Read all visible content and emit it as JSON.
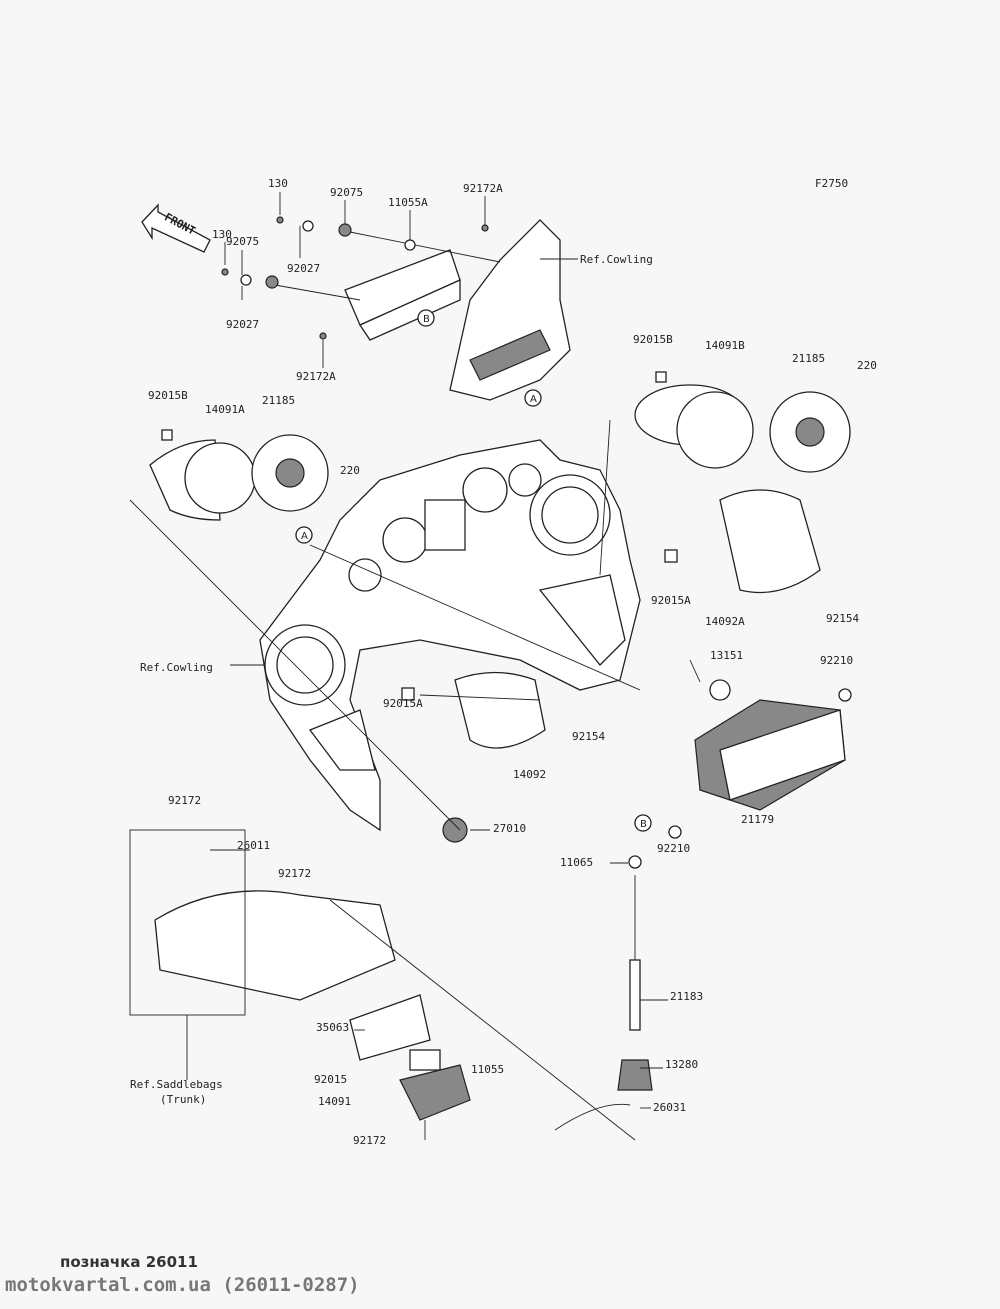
{
  "diagram_code": "F2750",
  "front_arrow": "FRONT",
  "labels": [
    "130",
    "130",
    "92075",
    "11055A",
    "92172A",
    "92075",
    "92027",
    "92027",
    "92172A",
    "Ref.Cowling",
    "92015B",
    "14091B",
    "21185",
    "220",
    "92015B",
    "14091A",
    "21185",
    "220",
    "92015A",
    "14092A",
    "92154",
    "Ref.Cowling",
    "92015A",
    "13151",
    "92210",
    "92154",
    "14092",
    "21179",
    "92210",
    "27010",
    "92172",
    "26011",
    "92172",
    "11065",
    "21183",
    "35063",
    "13280",
    "Ref.Saddlebags",
    "(Trunk)",
    "92015",
    "11055",
    "14091",
    "26031",
    "92172"
  ],
  "ref_marks": [
    "A",
    "B"
  ],
  "caption": "позначка 26011",
  "watermark": "motokvartal.com.ua (26011-0287)"
}
